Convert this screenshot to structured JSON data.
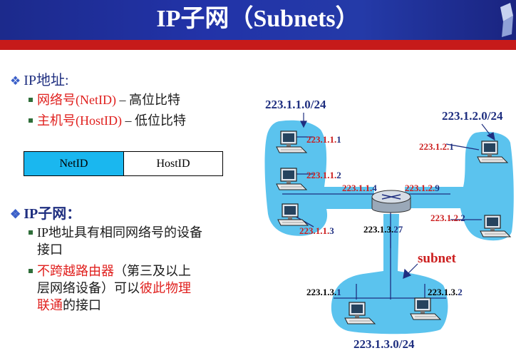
{
  "title": "IP子网（Subnets）",
  "section1": {
    "heading": "IP地址:",
    "item1": {
      "term": "网络号(NetID)",
      "rest": " – 高位比特"
    },
    "item2": {
      "term": "主机号(HostID)",
      "rest": " – 低位比特"
    }
  },
  "address_box": {
    "netid": "NetID",
    "hostid": "HostID"
  },
  "section2": {
    "heading": "IP子网：",
    "item1": {
      "line1": "IP地址具有相同网络号的设备",
      "line2": "接口"
    },
    "item2": {
      "p1": "不跨越路由器",
      "p2": "（第三及以上",
      "p3": "层网络设备）可以",
      "p4": "彼此物理",
      "p5": "联通",
      "p6": "的接口"
    }
  },
  "diagram": {
    "subnet_left": "223.1.1.0/24",
    "subnet_right": "223.1.2.0/24",
    "subnet_bottom": "223.1.3.0/24",
    "subnet_label": "subnet",
    "hosts": {
      "h111": {
        "prefix": "223.1.1.",
        "suffix": "1"
      },
      "h112": {
        "prefix": "223.1.1.",
        "suffix": "2"
      },
      "h113": {
        "prefix": "223.1.1.",
        "suffix": "3"
      },
      "h121": {
        "prefix": "223.1.2.",
        "suffix": "1"
      },
      "h122": {
        "prefix": "223.1.2.",
        "suffix": "2"
      },
      "h131": {
        "prefix": "223.1.3.",
        "suffix": "1"
      },
      "h132": {
        "prefix": "223.1.3.",
        "suffix": "2"
      }
    },
    "router_ifaces": {
      "r114": {
        "prefix": "223.1.1.",
        "suffix": "4"
      },
      "r129": {
        "prefix": "223.1.2.",
        "suffix": "9"
      },
      "r1327": {
        "prefix": "223.1.3.",
        "suffix": "27"
      }
    },
    "colors": {
      "subnet_fill": "#5bc3ee",
      "red": "#cc1f1f",
      "navy": "#1f2f80"
    }
  }
}
